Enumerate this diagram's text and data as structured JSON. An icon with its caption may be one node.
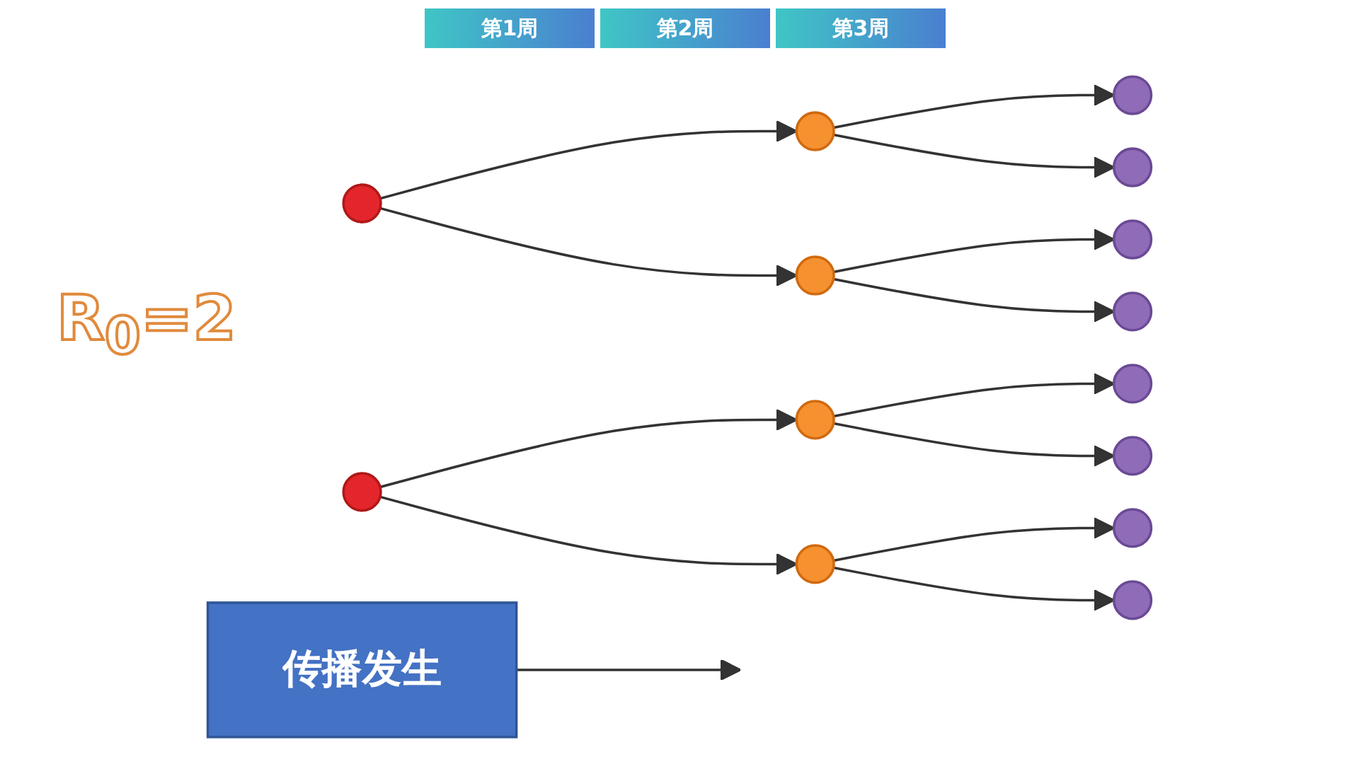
{
  "diagram": {
    "nodes": [
      {
        "text": [
          "传播发生"
        ]
      },
      {
        "text": [],
        "shape": "circle"
      },
      {
        "text": [],
        "shape": "circle"
      },
      {
        "text": [],
        "shape": "circle"
      },
      {
        "text": [],
        "shape": "circle"
      },
      {
        "text": [],
        "shape": "circle"
      },
      {
        "text": [],
        "shape": "circle"
      },
      {
        "text": [],
        "shape": "circle"
      },
      {
        "text": [],
        "shape": "circle"
      },
      {
        "text": [],
        "shape": "circle"
      },
      {
        "text": [],
        "shape": "circle"
      },
      {
        "text": [],
        "shape": "circle"
      },
      {
        "text": [],
        "shape": "circle"
      },
      {
        "text": [],
        "shape": "circle"
      },
      {
        "text": [],
        "shape": "circle"
      }
    ],
    "edges": [
      {
        "from": 0,
        "to": null,
        "arrow": "to"
      },
      {
        "from": 1,
        "to": 3,
        "arrow": "to"
      },
      {
        "from": 1,
        "to": 4,
        "arrow": "to"
      },
      {
        "from": 2,
        "to": 5,
        "arrow": "to"
      },
      {
        "from": 2,
        "to": 6,
        "arrow": "to"
      },
      {
        "from": 3,
        "to": 7,
        "arrow": "to"
      },
      {
        "from": 3,
        "to": 8,
        "arrow": "to"
      },
      {
        "from": 4,
        "to": 9,
        "arrow": "to"
      },
      {
        "from": 4,
        "to": 10,
        "arrow": "to"
      },
      {
        "from": 5,
        "to": 11,
        "arrow": "to"
      },
      {
        "from": 5,
        "to": 12,
        "arrow": "to"
      },
      {
        "from": 6,
        "to": 13,
        "arrow": "to"
      },
      {
        "from": 6,
        "to": 14,
        "arrow": "to"
      }
    ],
    "labels": [
      "第1周",
      "第2周",
      "第3周",
      "R$_{0}$=2"
    ]
  }
}
